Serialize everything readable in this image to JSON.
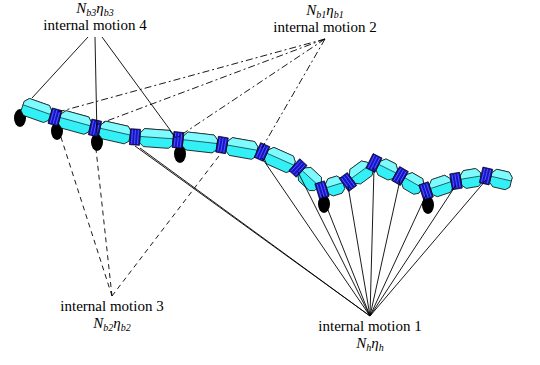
{
  "diagram": {
    "labels": [
      "Nb3ηb3",
      "internal motion 4",
      "Nb1ηb1",
      "internal motion 2",
      "internal motion 3",
      "Nb2ηb2",
      "internal motion 1",
      "Nhηh"
    ]
  }
}
